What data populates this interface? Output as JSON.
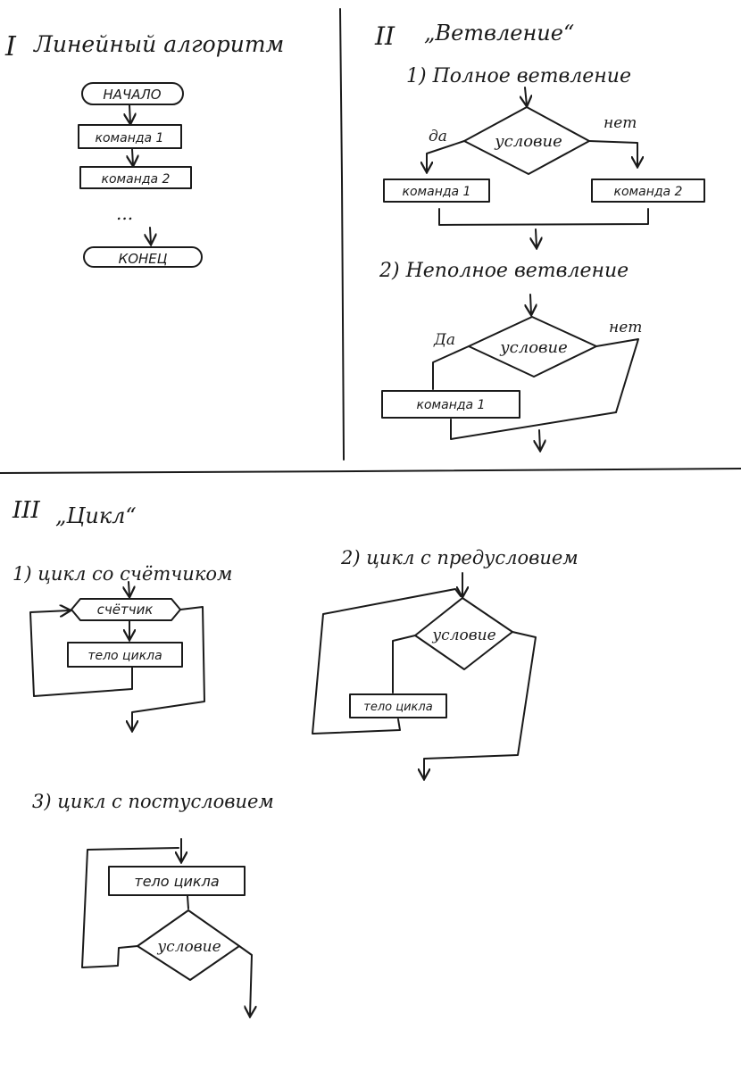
{
  "sections": {
    "linear": {
      "heading_numeral": "I",
      "heading_title": "Линейный алгоритм",
      "start_label": "НАЧАЛО",
      "command1_label": "команда 1",
      "command2_label": "команда 2",
      "ellipsis": "...",
      "end_label": "КОНЕЦ"
    },
    "branching": {
      "heading_numeral": "II",
      "heading_title": "„Ветвление“",
      "full": {
        "title": "1) Полное ветвление",
        "condition_label": "условие",
        "yes_label": "да",
        "no_label": "нет",
        "command1_label": "команда 1",
        "command2_label": "команда 2"
      },
      "partial": {
        "title": "2) Неполное ветвление",
        "condition_label": "условие",
        "yes_label": "Да",
        "no_label": "нет",
        "command1_label": "команда 1"
      }
    },
    "loop": {
      "heading_numeral": "III",
      "heading_title": "„Цикл“",
      "counter": {
        "title": "1) цикл со счётчиком",
        "counter_label": "счётчик",
        "body_label": "тело цикла"
      },
      "precondition": {
        "title": "2) цикл с предусловием",
        "condition_label": "условие",
        "body_label": "тело цикла"
      },
      "postcondition": {
        "title": "3) цикл с постусловием",
        "body_label": "тело цикла",
        "condition_label": "условие"
      }
    }
  }
}
